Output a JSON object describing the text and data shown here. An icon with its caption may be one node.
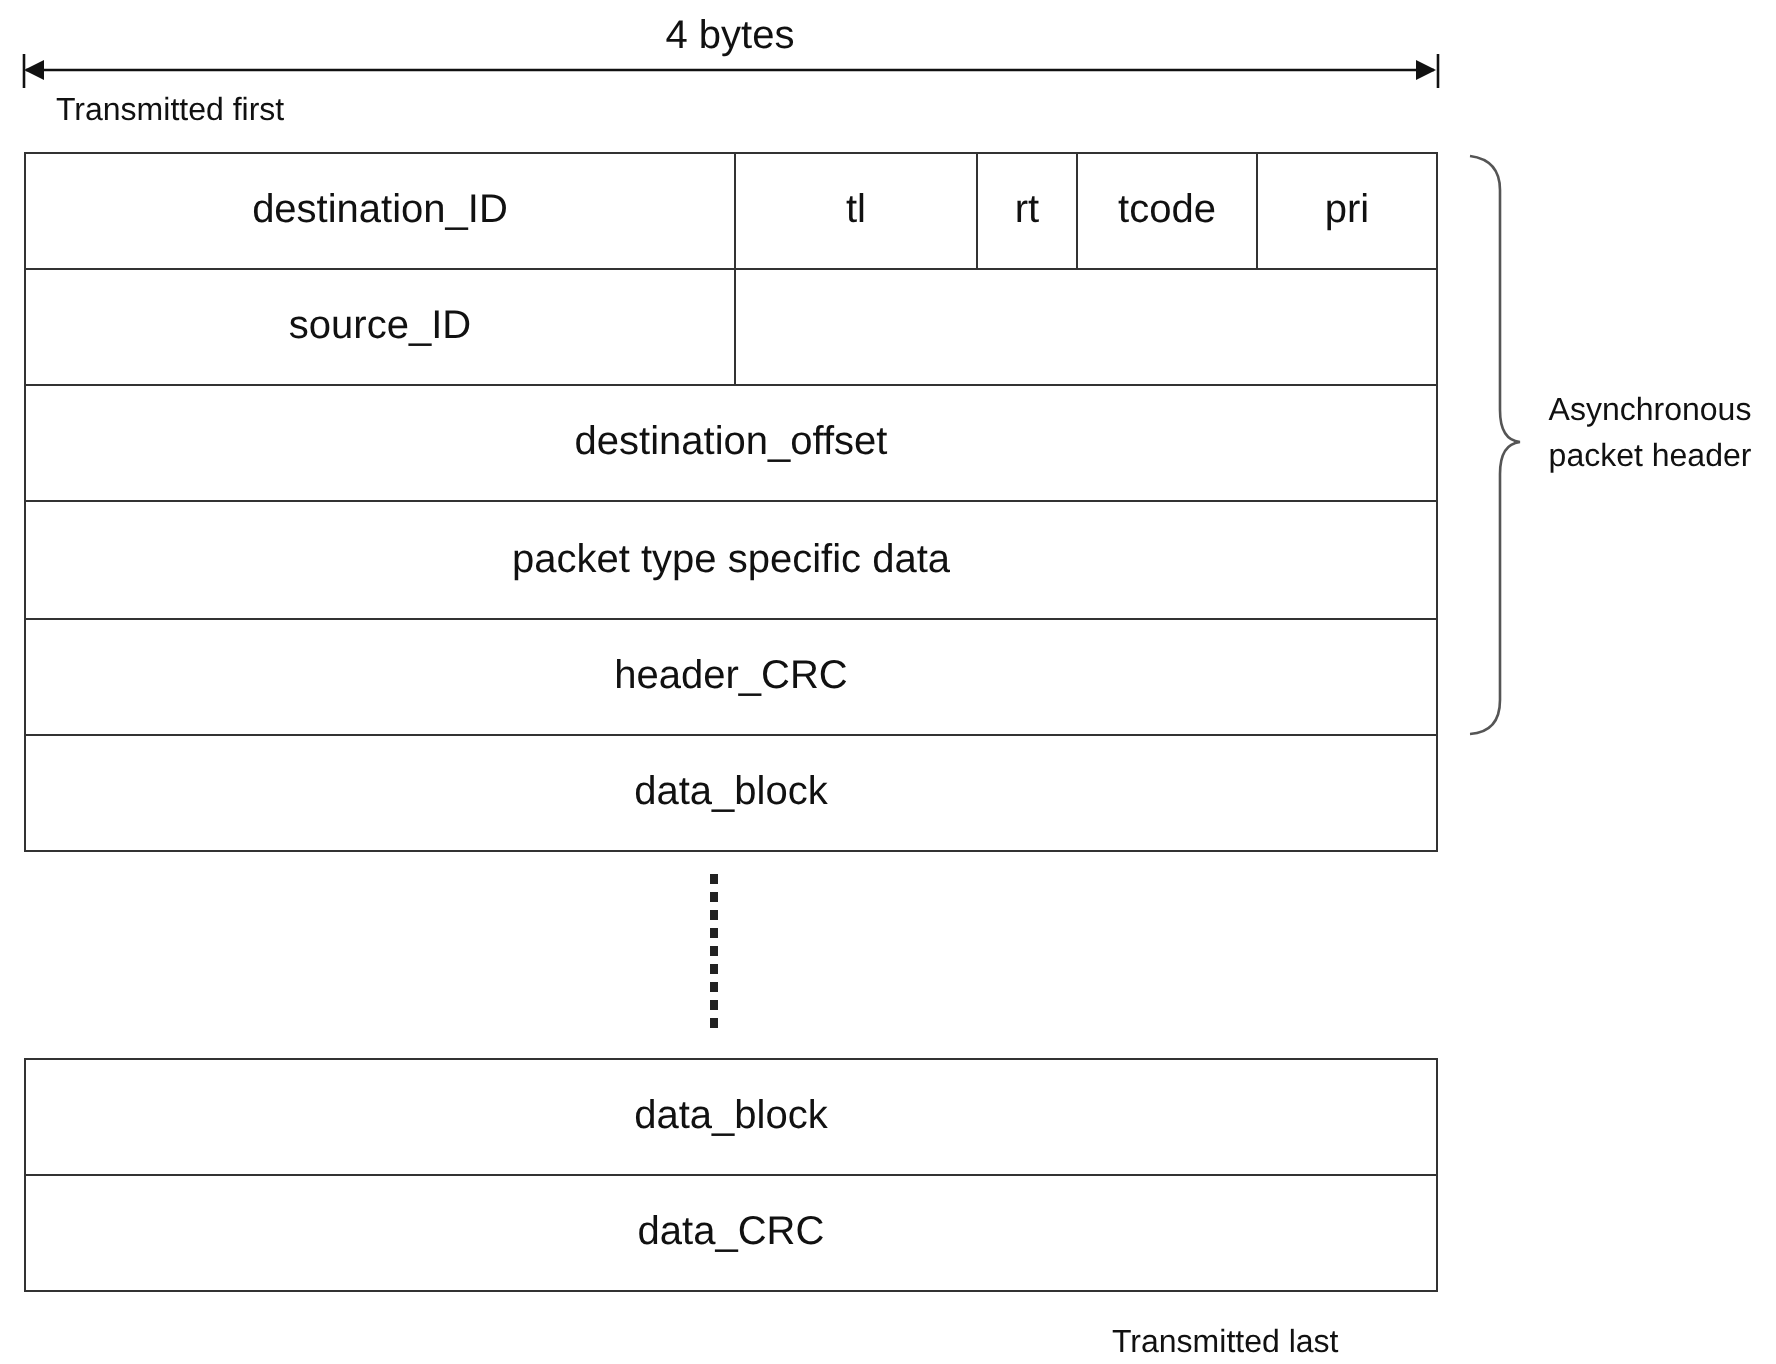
{
  "diagram": {
    "nodes": [
      {
        "text": [
          "destination_ID"
        ]
      },
      {
        "text": [
          "tl"
        ]
      },
      {
        "text": [
          "rt"
        ]
      },
      {
        "text": [
          "tcode"
        ]
      },
      {
        "text": [
          "pri"
        ]
      },
      {
        "text": [
          "source_ID"
        ]
      },
      {
        "text": [
          "destination_offset"
        ]
      },
      {
        "text": [
          "packet type specific data"
        ]
      },
      {
        "text": [
          "header_CRC"
        ]
      },
      {
        "text": [
          "data_block"
        ]
      },
      {
        "text": [
          "data_block"
        ]
      },
      {
        "text": [
          "data_CRC"
        ]
      }
    ],
    "edges": [],
    "labels": [
      "4 bytes",
      "Transmitted first",
      "Asynchronous packet header",
      "Transmitted last"
    ]
  }
}
